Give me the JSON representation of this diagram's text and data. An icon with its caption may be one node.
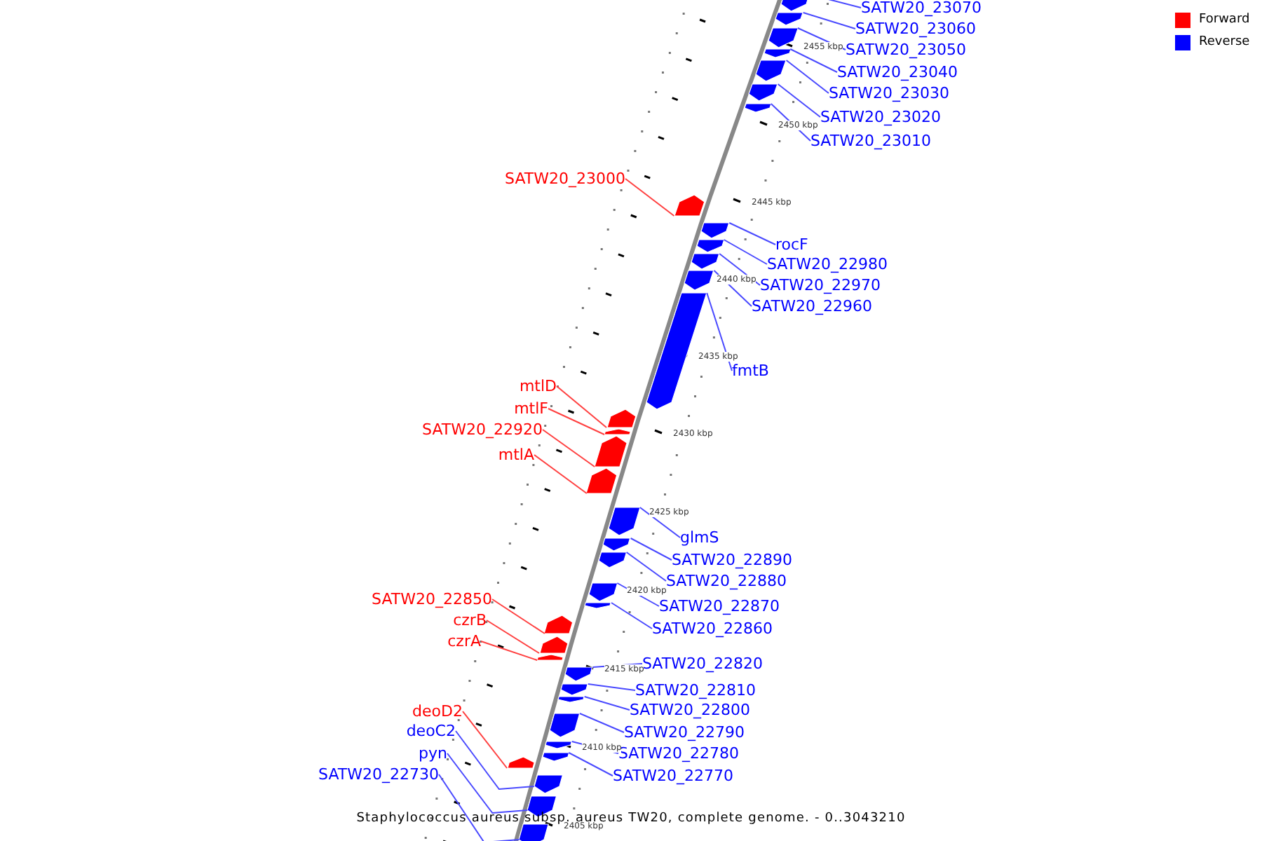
{
  "diagram": {
    "caption": "Staphylococcus aureus subsp. aureus TW20, complete genome. - 0..3043210",
    "nodes": [
      {
        "text": [
          "SATW20_23070"
        ]
      },
      {
        "text": [],
        "shape": "bar"
      },
      {
        "text": [
          "SATW20_23060"
        ]
      },
      {
        "text": [],
        "shape": "bar"
      },
      {
        "text": [
          "SATW20_23050"
        ]
      },
      {
        "text": [],
        "shape": "bar"
      },
      {
        "text": [
          "SATW20_23040"
        ]
      },
      {
        "text": [],
        "shape": "bar"
      },
      {
        "text": [
          "SATW20_23030"
        ]
      },
      {
        "text": [],
        "shape": "bar"
      },
      {
        "text": [
          "SATW20_23020"
        ]
      },
      {
        "text": [],
        "shape": "bar"
      },
      {
        "text": [
          "SATW20_23010"
        ]
      },
      {
        "text": [],
        "shape": "bar"
      },
      {
        "text": [
          "SATW20_23000"
        ]
      },
      {
        "text": [],
        "shape": "bar"
      },
      {
        "text": [
          "rocF"
        ]
      },
      {
        "text": [],
        "shape": "bar"
      },
      {
        "text": [
          "SATW20_22980"
        ]
      },
      {
        "text": [],
        "shape": "bar"
      },
      {
        "text": [
          "SATW20_22970"
        ]
      },
      {
        "text": [],
        "shape": "bar"
      },
      {
        "text": [
          "SATW20_22960"
        ]
      },
      {
        "text": [],
        "shape": "bar"
      },
      {
        "text": [
          "fmtB"
        ]
      },
      {
        "text": [],
        "shape": "bar"
      },
      {
        "text": [
          "mtlD"
        ]
      },
      {
        "text": [],
        "shape": "bar"
      },
      {
        "text": [
          "mtlF"
        ]
      },
      {
        "text": [],
        "shape": "bar"
      },
      {
        "text": [
          "SATW20_22920"
        ]
      },
      {
        "text": [],
        "shape": "bar"
      },
      {
        "text": [
          "mtlA"
        ]
      },
      {
        "text": [],
        "shape": "bar"
      },
      {
        "text": [
          "glmS"
        ]
      },
      {
        "text": [],
        "shape": "bar"
      },
      {
        "text": [
          "SATW20_22890"
        ]
      },
      {
        "text": [],
        "shape": "bar"
      },
      {
        "text": [
          "SATW20_22880"
        ]
      },
      {
        "text": [],
        "shape": "bar"
      },
      {
        "text": [
          "SATW20_22870"
        ]
      },
      {
        "text": [],
        "shape": "bar"
      },
      {
        "text": [
          "SATW20_22860"
        ]
      },
      {
        "text": [],
        "shape": "bar"
      },
      {
        "text": [
          "SATW20_22850"
        ]
      },
      {
        "text": [],
        "shape": "bar"
      },
      {
        "text": [
          "czrB"
        ]
      },
      {
        "text": [],
        "shape": "bar"
      },
      {
        "text": [
          "czrA"
        ]
      },
      {
        "text": [],
        "shape": "bar"
      },
      {
        "text": [
          "SATW20_22820"
        ]
      },
      {
        "text": [],
        "shape": "bar"
      },
      {
        "text": [
          "SATW20_22810"
        ]
      },
      {
        "text": [],
        "shape": "bar"
      },
      {
        "text": [
          "SATW20_22800"
        ]
      },
      {
        "text": [],
        "shape": "bar"
      },
      {
        "text": [
          "SATW20_22790"
        ]
      },
      {
        "text": [],
        "shape": "bar"
      },
      {
        "text": [
          "SATW20_22780"
        ]
      },
      {
        "text": [],
        "shape": "bar"
      },
      {
        "text": [
          "SATW20_22770"
        ]
      },
      {
        "text": [],
        "shape": "bar"
      },
      {
        "text": [
          "deoD2"
        ]
      },
      {
        "text": [],
        "shape": "bar"
      },
      {
        "text": [
          "deoC2"
        ]
      },
      {
        "text": [],
        "shape": "bar"
      },
      {
        "text": [
          "pyn"
        ]
      },
      {
        "text": [],
        "shape": "bar"
      },
      {
        "text": [
          "SATW20_22730"
        ]
      },
      {
        "text": [],
        "shape": "bar"
      }
    ],
    "edges": [
      {
        "from": 0,
        "to": 1,
        "arrow": "none"
      },
      {
        "from": 2,
        "to": 3,
        "arrow": "none"
      },
      {
        "from": 4,
        "to": 5,
        "arrow": "none"
      },
      {
        "from": 6,
        "to": 7,
        "arrow": "none"
      },
      {
        "from": 8,
        "to": 9,
        "arrow": "none"
      },
      {
        "from": 10,
        "to": 11,
        "arrow": "none"
      },
      {
        "from": 12,
        "to": 13,
        "arrow": "none"
      },
      {
        "from": 14,
        "to": 15,
        "arrow": "none",
        "color": "#ff4040"
      },
      {
        "from": 16,
        "to": 17,
        "arrow": "none"
      },
      {
        "from": 18,
        "to": 19,
        "arrow": "none"
      },
      {
        "from": 20,
        "to": 21,
        "arrow": "none"
      },
      {
        "from": 22,
        "to": 23,
        "arrow": "none"
      },
      {
        "from": 24,
        "to": 25,
        "arrow": "none"
      },
      {
        "from": 26,
        "to": 27,
        "arrow": "none",
        "color": "#ff4040"
      },
      {
        "from": 28,
        "to": 29,
        "arrow": "none",
        "color": "#ff4040"
      },
      {
        "from": 30,
        "to": 31,
        "arrow": "none",
        "color": "#ff4040"
      },
      {
        "from": 32,
        "to": 33,
        "arrow": "none",
        "color": "#ff4040"
      },
      {
        "from": 34,
        "to": 35,
        "arrow": "none"
      },
      {
        "from": 36,
        "to": 37,
        "arrow": "none"
      },
      {
        "from": 38,
        "to": 39,
        "arrow": "none"
      },
      {
        "from": 40,
        "to": 41,
        "arrow": "none"
      },
      {
        "from": 42,
        "to": 43,
        "arrow": "none"
      },
      {
        "from": 44,
        "to": 45,
        "arrow": "none",
        "color": "#ff4040"
      },
      {
        "from": 46,
        "to": 47,
        "arrow": "none",
        "color": "#ff4040"
      },
      {
        "from": 48,
        "to": 49,
        "arrow": "none",
        "color": "#ff4040"
      },
      {
        "from": 50,
        "to": 51,
        "arrow": "none"
      },
      {
        "from": 52,
        "to": 53,
        "arrow": "none"
      },
      {
        "from": 54,
        "to": 55,
        "arrow": "none"
      },
      {
        "from": 56,
        "to": 57,
        "arrow": "none"
      },
      {
        "from": 58,
        "to": 59,
        "arrow": "none"
      },
      {
        "from": 60,
        "to": 61,
        "arrow": "none"
      },
      {
        "from": 62,
        "to": 63,
        "arrow": "none",
        "color": "#ff4040"
      },
      {
        "from": 64,
        "to": 65,
        "arrow": "none"
      },
      {
        "from": 66,
        "to": 67,
        "arrow": "none"
      },
      {
        "from": 68,
        "to": 69,
        "arrow": "none"
      }
    ],
    "labels": [
      "2455 kbp",
      "2450 kbp",
      "2445 kbp",
      "2440 kbp",
      "2435 kbp",
      "2430 kbp",
      "2425 kbp",
      "2420 kbp",
      "2415 kbp",
      "2410 kbp",
      "2405 kbp"
    ],
    "legend": [
      {
        "text": "Forward",
        "color": "#ff0000"
      },
      {
        "text": "Reverse",
        "color": "#0000ff"
      }
    ]
  }
}
